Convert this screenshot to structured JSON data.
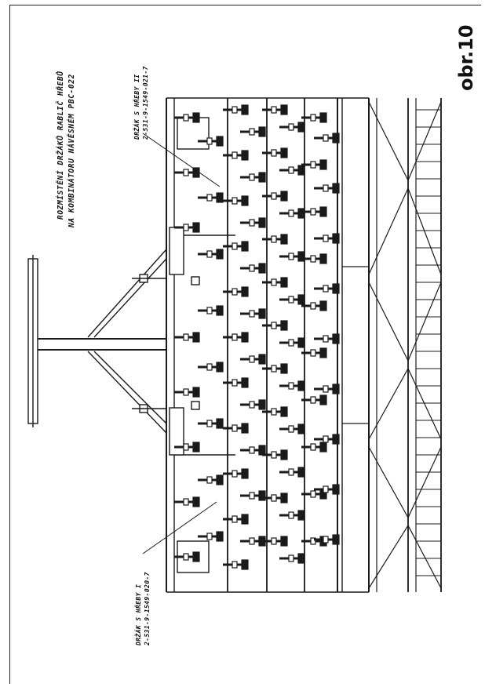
{
  "title": {
    "line1": "ROZMÍSTĚNÍ DRŽÁKŮ RABLIČ HŘEBŮ",
    "line2": "NA KOMBINÁTORU NÁVĚSNÉM PBC-022"
  },
  "callouts": {
    "holder_2": {
      "label": "DRŽÁK S HŘEBY II",
      "part_number": "2-531-9-1549-021-7"
    },
    "holder_1": {
      "label": "DRŽÁK S HŘEBY I",
      "part_number": "2-531-9-1549-020-7"
    }
  },
  "figure_label": "obr.10"
}
